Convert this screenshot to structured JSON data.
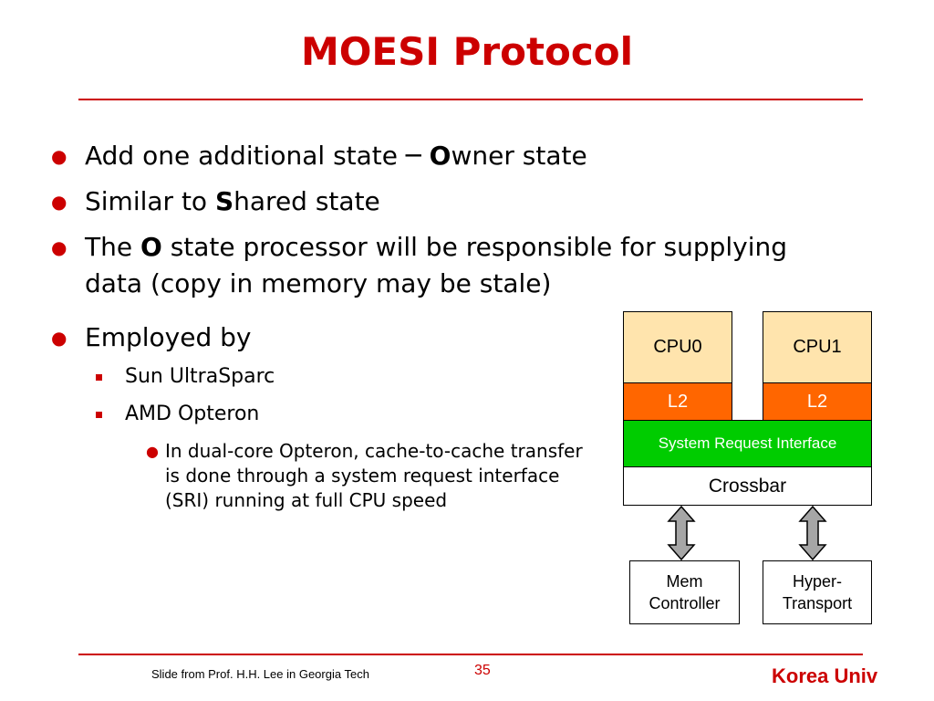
{
  "title": "MOESI Protocol",
  "bullets": [
    {
      "before": "Add one additional state ─ ",
      "bold": "O",
      "after": "wner state"
    },
    {
      "before": "Similar to ",
      "bold": "S",
      "after": "hared state"
    },
    {
      "before": "The ",
      "bold": "O",
      "after": " state processor will be responsible for supplying"
    },
    {
      "before": "data (copy in memory may be stale)"
    },
    {
      "before": "Employed by"
    }
  ],
  "sub_bullets": [
    "Sun UltraSparc",
    "AMD Opteron"
  ],
  "sub_sub_bullet": "In dual-core Opteron, cache-to-cache transfer is done through a system request interface (SRI) running at full CPU speed",
  "diagram": {
    "cpu0": "CPU0",
    "cpu1": "CPU1",
    "l2_left": "L2",
    "l2_right": "L2",
    "sri": "System Request Interface",
    "crossbar": "Crossbar",
    "mem_controller": {
      "line1": "Mem",
      "line2": "Controller"
    },
    "hypertransport": {
      "line1": "Hyper-",
      "line2": "Transport"
    }
  },
  "footer": {
    "credit": "Slide from Prof. H.H. Lee in Georgia Tech",
    "page": "35",
    "brand": "Korea Univ"
  },
  "colors": {
    "accent": "#cc0000",
    "cpu": "#ffe4ad",
    "l2": "#ff6600",
    "sri": "#00cc00",
    "arrow": "#a6a6a6"
  }
}
